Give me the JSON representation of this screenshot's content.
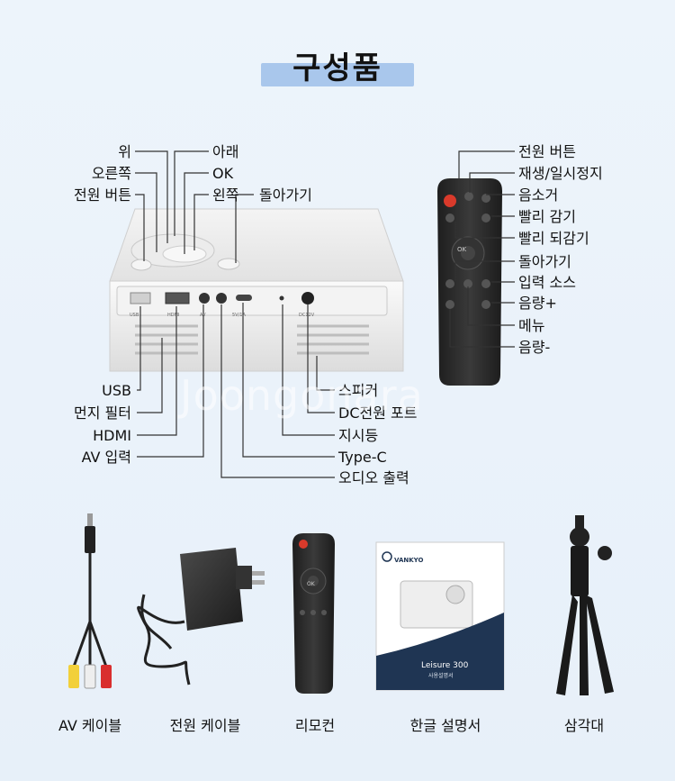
{
  "title": "구성품",
  "watermark": "Joongonara",
  "projector_labels": {
    "up": "위",
    "down": "아래",
    "right": "오른쪽",
    "ok": "OK",
    "power_button": "전원 버튼",
    "left": "왼쪽",
    "back": "돌아가기",
    "usb": "USB",
    "dust_filter": "먼지 필터",
    "hdmi": "HDMI",
    "av_input": "AV 입력",
    "speaker": "스피커",
    "dc_power_port": "DC전원 포트",
    "indicator": "지시등",
    "type_c": "Type-C",
    "audio_output": "오디오 출력"
  },
  "remote_labels": {
    "power_button": "전원 버튼",
    "play_pause": "재생/일시정지",
    "mute": "음소거",
    "fast_forward": "빨리 감기",
    "rewind": "빨리 되감기",
    "back": "돌아가기",
    "input_source": "입력 소스",
    "volume_up": "음량+",
    "menu": "메뉴",
    "volume_down": "음량-"
  },
  "port_prints": {
    "usb": "USB",
    "hdmi": "HDMI",
    "av": "AV",
    "audio": "",
    "typec": "5V/1A",
    "dc": "DC12V"
  },
  "accessories": [
    {
      "caption": "AV 케이블"
    },
    {
      "caption": "전원 케이블"
    },
    {
      "caption": "리모컨"
    },
    {
      "caption": "한글 설명서"
    },
    {
      "caption": "삼각대"
    }
  ],
  "manual": {
    "brand": "VANKYO",
    "product": "Leisure 300",
    "subtitle": "사용설명서"
  },
  "remote_ok": "OK",
  "colors": {
    "title_bar": "#a9c7ec",
    "remote_body": "#2a2a2a",
    "power_red": "#d93a2b",
    "manual_navy": "#1f3553"
  }
}
